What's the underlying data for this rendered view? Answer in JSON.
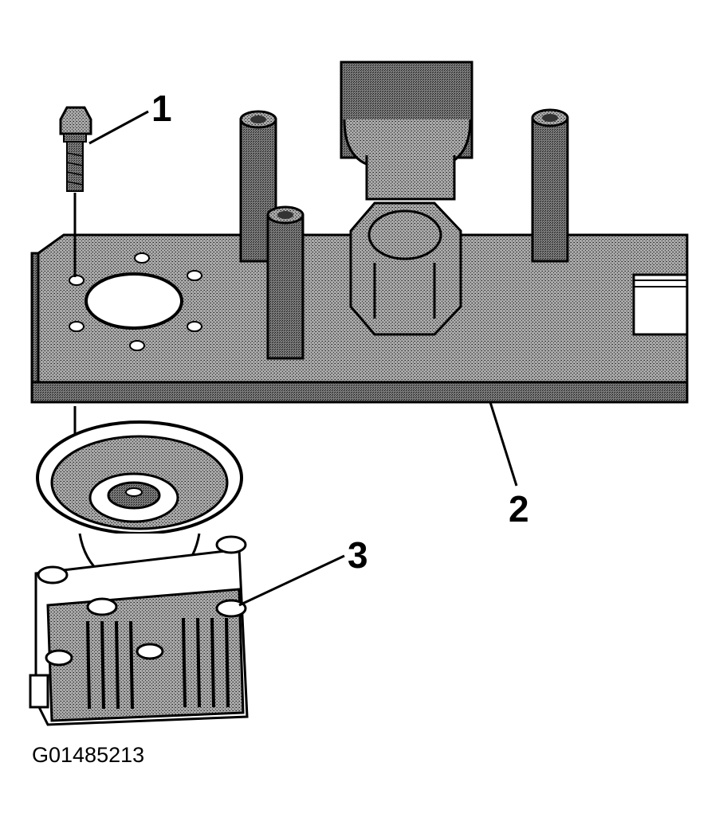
{
  "figure": {
    "id": "G01485213",
    "callouts": [
      {
        "label": "1"
      },
      {
        "label": "2"
      },
      {
        "label": "3"
      }
    ],
    "colors": {
      "ink": "#000000",
      "paper": "#ffffff",
      "shade": "#9a9a9a",
      "shade_dark": "#6e6e6e"
    }
  }
}
